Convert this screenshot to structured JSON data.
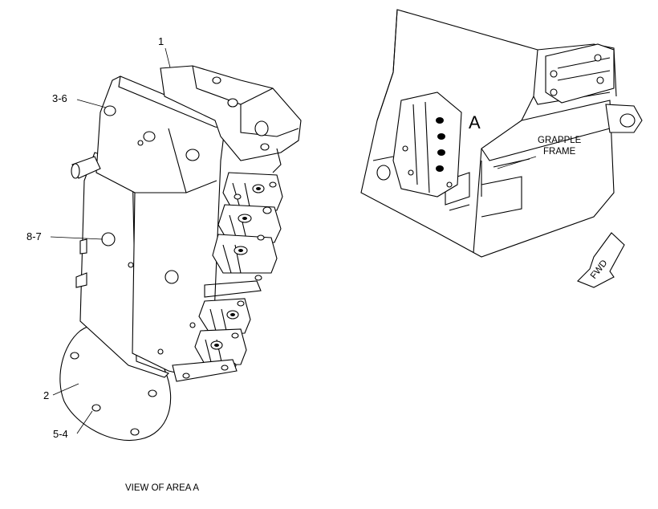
{
  "callouts": {
    "c1": "1",
    "c36": "3-6",
    "c87": "8-7",
    "c2": "2",
    "c54": "5-4"
  },
  "view_caption": "VIEW OF AREA  A",
  "area_marker": "A",
  "frame_label": {
    "line1": "GRAPPLE",
    "line2": "FRAME"
  },
  "direction_arrow": "FWD",
  "colors": {
    "ink": "#000000",
    "paper": "#ffffff"
  }
}
